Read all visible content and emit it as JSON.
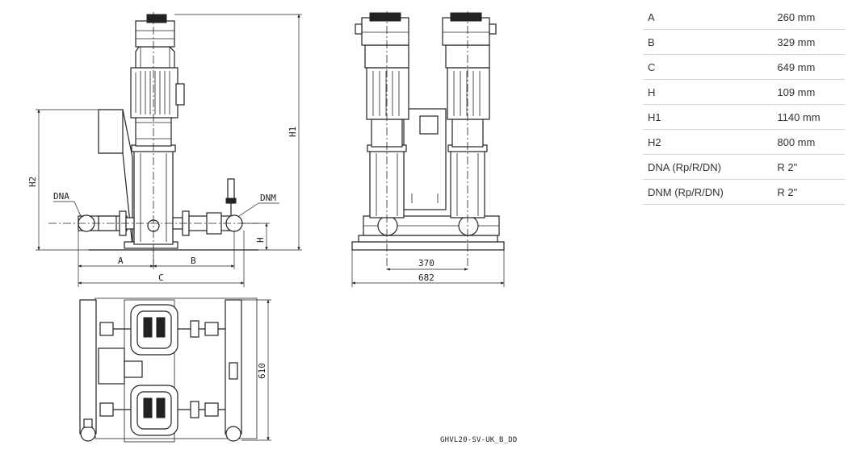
{
  "specs": [
    {
      "label": "A",
      "value": "260 mm"
    },
    {
      "label": "B",
      "value": "329 mm"
    },
    {
      "label": "C",
      "value": "649 mm"
    },
    {
      "label": "H",
      "value": "109 mm"
    },
    {
      "label": "H1",
      "value": "1140 mm"
    },
    {
      "label": "H2",
      "value": "800 mm"
    },
    {
      "label": "DNA (Rp/R/DN)",
      "value": "R 2\""
    },
    {
      "label": "DNM (Rp/R/DN)",
      "value": "R 2\""
    }
  ],
  "drawing": {
    "code": "GHVL20-SV-UK_B_DD",
    "labels": {
      "dna": "DNA",
      "dnm": "DNM",
      "a": "A",
      "b": "B",
      "c": "C",
      "h": "H",
      "h1": "H1",
      "h2": "H2",
      "d370": "370",
      "d682": "682",
      "d610": "610"
    }
  }
}
